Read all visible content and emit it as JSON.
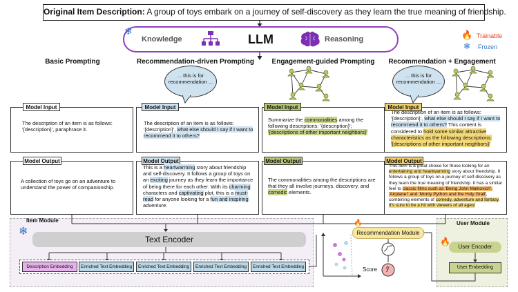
{
  "header": {
    "label": "Original Item Description:",
    "text": " A group of toys embark on a journey of self-discovery as they learn the true meaning of friendship."
  },
  "llm": {
    "title": "LLM",
    "knowledge": "Knowledge",
    "reasoning": "Reasoning"
  },
  "legend": {
    "trainable": "Trainable",
    "frozen": "Frozen"
  },
  "colors": {
    "purple": "#8e3fbf",
    "blue_hl": "#cfe2ef",
    "green_hl": "#b4c67a",
    "yellow_hl": "#f2cf6e",
    "orange_hl": "#f4b869",
    "desc_emb": "#e5b3ea",
    "enriched_emb": "#bcd7e6",
    "user_green": "#c9d28e"
  },
  "columns": [
    {
      "title": "Basic Prompting"
    },
    {
      "title": "Recommendation-driven Prompting",
      "bubble": "... this is for recommendation ..."
    },
    {
      "title": "Engagement-guided Prompting"
    },
    {
      "title": "Recommendation + Engagement",
      "bubble": "... this is for recommendation ..."
    }
  ],
  "tags": {
    "model_input": "Model Input",
    "model_output": "Model Output"
  },
  "inputs": {
    "basic": "The description of an item is as follows: '{description}', paraphrase it.",
    "rec_a": "The description of an item is as follows: '{description}', ",
    "rec_b": "what else should I say if I want to recommend it to others?",
    "eng_a": "Summarize the ",
    "eng_b": "commonalities",
    "eng_c": " among the following descriptions: '{description}'; ",
    "eng_d": "'{descriptions of other important neighbors}'",
    "re_a": "The description of an item is as follows: '{description}', ",
    "re_b": "what else should I say if I want to recommend it to others?",
    "re_c": " This content is considered to ",
    "re_d": "hold some similar attractive characteristics as the following descriptions: '{descriptions of other important neighbors}'"
  },
  "outputs": {
    "basic": "A collection of toys go on an adventure to understand the power of companionship.",
    "rec": [
      {
        "t": "This is a ",
        "h": ""
      },
      {
        "t": "heartwarming",
        "h": "b"
      },
      {
        "t": " story about friendship and self-discovery. It follows a group of toys on an ",
        "h": ""
      },
      {
        "t": "exciting",
        "h": "b"
      },
      {
        "t": " journey as they learn the importance of being there for each other. With its ",
        "h": ""
      },
      {
        "t": "charming",
        "h": "b"
      },
      {
        "t": " characters and ",
        "h": ""
      },
      {
        "t": "captivating",
        "h": "b"
      },
      {
        "t": " plot, this is a ",
        "h": ""
      },
      {
        "t": "must-read",
        "h": "b"
      },
      {
        "t": " for anyone looking for a ",
        "h": ""
      },
      {
        "t": "fun and inspiring",
        "h": "b"
      },
      {
        "t": " adventure.",
        "h": ""
      }
    ],
    "eng": [
      {
        "t": "The commonalities among the descriptions are that they all involve journeys, discovery, and ",
        "h": ""
      },
      {
        "t": "comedic",
        "h": "g"
      },
      {
        "t": " elements.",
        "h": ""
      }
    ],
    "re": [
      {
        "t": "This item is a great choice for those looking for an ",
        "h": ""
      },
      {
        "t": "entertaining and heartwarming",
        "h": "y"
      },
      {
        "t": " story about friendship. It follows a group of toys on a journey of self-discovery as they learn the true meaning of friendship. It has a similar feel to ",
        "h": ""
      },
      {
        "t": "classic films such as 'Being John Malkovich', 'Airplane!' and 'Monty Python and the Holy Grail'",
        "h": "o"
      },
      {
        "t": ", combining elements of ",
        "h": ""
      },
      {
        "t": "comedy, adventure and fantasy",
        "h": "y"
      },
      {
        "t": ". ",
        "h": ""
      },
      {
        "t": "It's sure to be a hit with viewers of all ages!",
        "h": "y"
      }
    ]
  },
  "bottom": {
    "item_module": "Item Module",
    "user_module": "User Module",
    "text_encoder": "Text Encoder",
    "rec_module": "Recommendation Module",
    "user_encoder": "User Encoder",
    "user_embedding": "User Embedding",
    "score": "Score",
    "y_hat": "ŷ",
    "desc_embedding": "Description Embedding",
    "enriched_embedding": "Enriched Text Embedding"
  }
}
